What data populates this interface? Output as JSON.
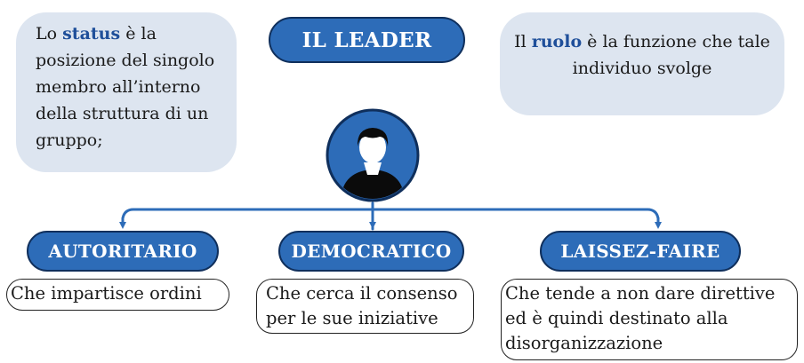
{
  "title": "IL LEADER",
  "status_note": {
    "prefix": "Lo ",
    "keyword": "status",
    "text": " è la posizione del singolo membro all’interno della struttura di un gruppo;"
  },
  "ruolo_note": {
    "prefix": "Il ",
    "keyword": "ruolo",
    "text": " è la funzione che tale individuo svolge"
  },
  "styles": [
    {
      "label": "AUTORITARIO",
      "description": "Che impartisce ordini"
    },
    {
      "label": "DEMOCRATICO",
      "description": "Che cerca il consenso per le sue iniziative"
    },
    {
      "label": "LAISSEZ-FAIRE",
      "description": "Che tende a non dare direttive ed è quindi destinato alla disorganizzazione"
    }
  ],
  "avatar_icon": "person-icon",
  "colors": {
    "accent": "#2d6cb8",
    "accent_dark": "#0f2f5c",
    "bubble": "#dde5f0",
    "keyword": "#1f4f9a"
  }
}
